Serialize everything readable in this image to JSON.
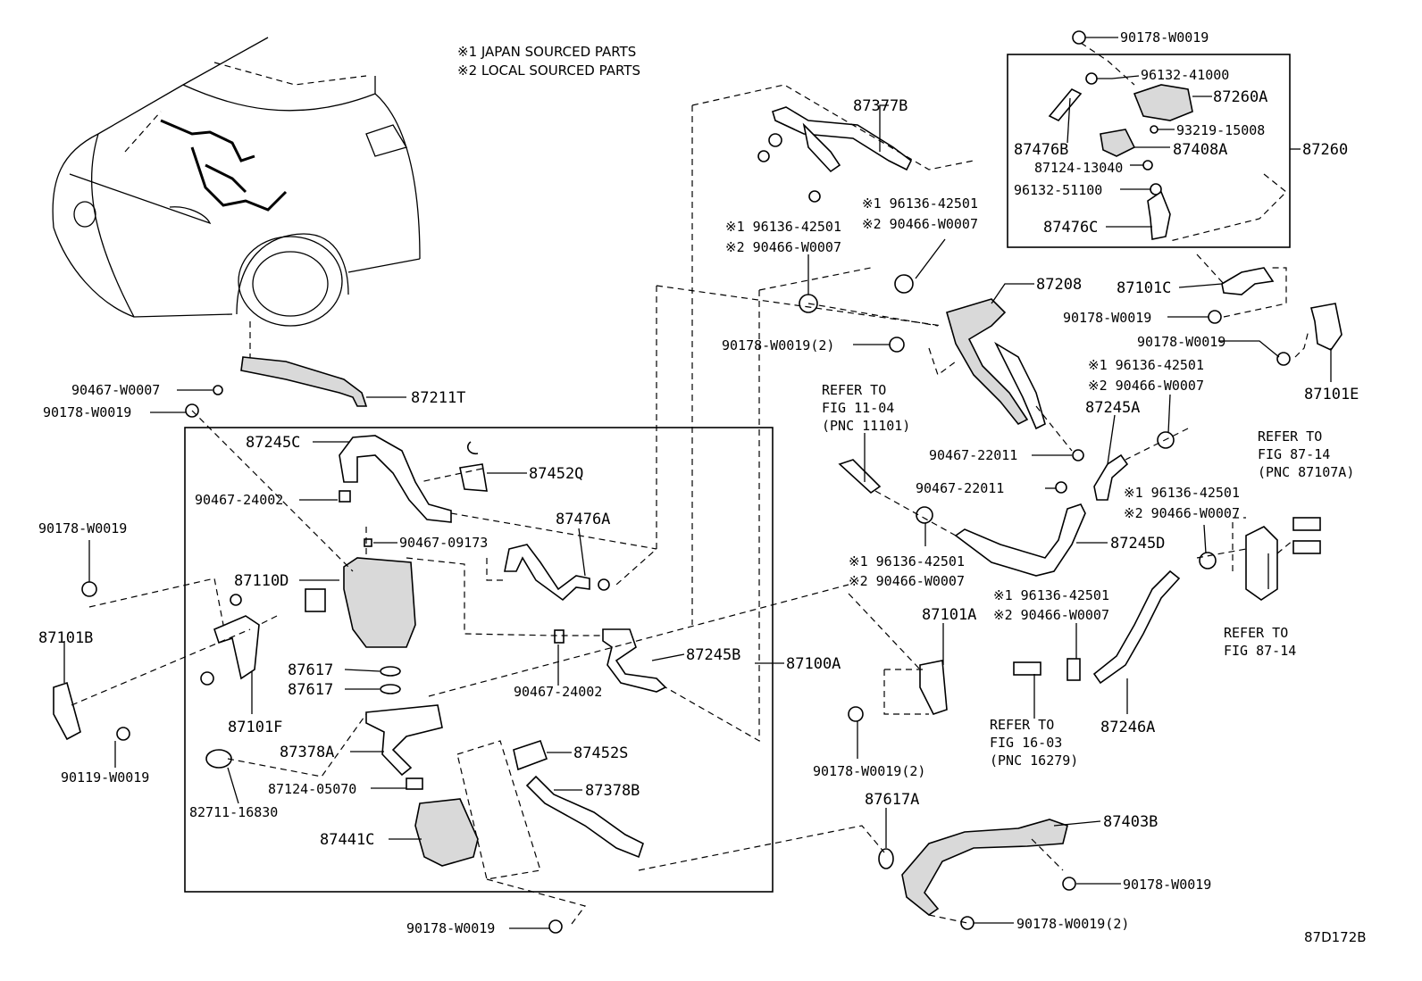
{
  "notes": [
    "※1 JAPAN SOURCED PARTS",
    "※2 LOCAL SOURCED PARTS"
  ],
  "diagram_code": "87D172B",
  "labels": {
    "p90178_W0019_top": "90178-W0019",
    "p96132_41000": "96132-41000",
    "p87260A": "87260A",
    "p87377B": "87377B",
    "p93219_15008": "93219-15008",
    "p87476B": "87476B",
    "p87408A": "87408A",
    "p87260": "87260",
    "p87124_13040": "87124-13040",
    "p96132_51100": "96132-51100",
    "p87476C": "87476C",
    "j1_96136_upper": "※1 96136-42501",
    "j2_90466_upper": "※2 90466-W0007",
    "j1_96136_left": "※1 96136-42501",
    "j2_90466_left": "※2 90466-W0007",
    "p87208": "87208",
    "p87101C": "87101C",
    "p90178_W0019_c": "90178-W0019",
    "p90178_W0019_2_a": "90178-W0019(2)",
    "p90178_W0019_e": "90178-W0019",
    "p87101E": "87101E",
    "j1_96136_mid": "※1 96136-42501",
    "j2_90466_mid": "※2 90466-W0007",
    "p87245A": "87245A",
    "refer_11_04_a": "REFER TO",
    "refer_11_04_b": "FIG 11-04",
    "refer_11_04_c": "(PNC 11101)",
    "refer_87_14a_a": "REFER TO",
    "refer_87_14a_b": "FIG 87-14",
    "refer_87_14a_c": "(PNC 87107A)",
    "p90467_22011_a": "90467-22011",
    "p90467_22011_b": "90467-22011",
    "j1_96136_right": "※1 96136-42501",
    "j2_90466_right": "※2 90466-W0007",
    "p87245D": "87245D",
    "j1_96136_center": "※1 96136-42501",
    "j2_90466_center": "※2 90466-W0007",
    "j1_96136_lower": "※1 96136-42501",
    "j2_90466_lower": "※2 90466-W0007",
    "p87101A": "87101A",
    "refer_87_14_a": "REFER TO",
    "refer_87_14_b": "FIG 87-14",
    "p87246A": "87246A",
    "refer_16_03_a": "REFER TO",
    "refer_16_03_b": "FIG 16-03",
    "refer_16_03_c": "(PNC 16279)",
    "p90178_W0019_2_b": "90178-W0019(2)",
    "p87617A": "87617A",
    "p87403B": "87403B",
    "p90178_W0019_r": "90178-W0019",
    "p90178_W0019_2_c": "90178-W0019(2)",
    "p90467_W0007": "90467-W0007",
    "p87211T": "87211T",
    "p90178_W0019_l1": "90178-W0019",
    "p87245C": "87245C",
    "p87452Q": "87452Q",
    "p90467_24002_a": "90467-24002",
    "p90178_W0019_l2": "90178-W0019",
    "p87476A": "87476A",
    "p90467_09173": "90467-09173",
    "p87110D": "87110D",
    "p87101B": "87101B",
    "p87617_a": "87617",
    "p87617_b": "87617",
    "p87245B": "87245B",
    "p87100A": "87100A",
    "p90467_24002_b": "90467-24002",
    "p87101F": "87101F",
    "p90119_W0019": "90119-W0019",
    "p87378A": "87378A",
    "p87452S": "87452S",
    "p87124_05070": "87124-05070",
    "p87378B": "87378B",
    "p82711_16830": "82711-16830",
    "p87441C": "87441C",
    "p90178_W0019_bottom": "90178-W0019"
  }
}
